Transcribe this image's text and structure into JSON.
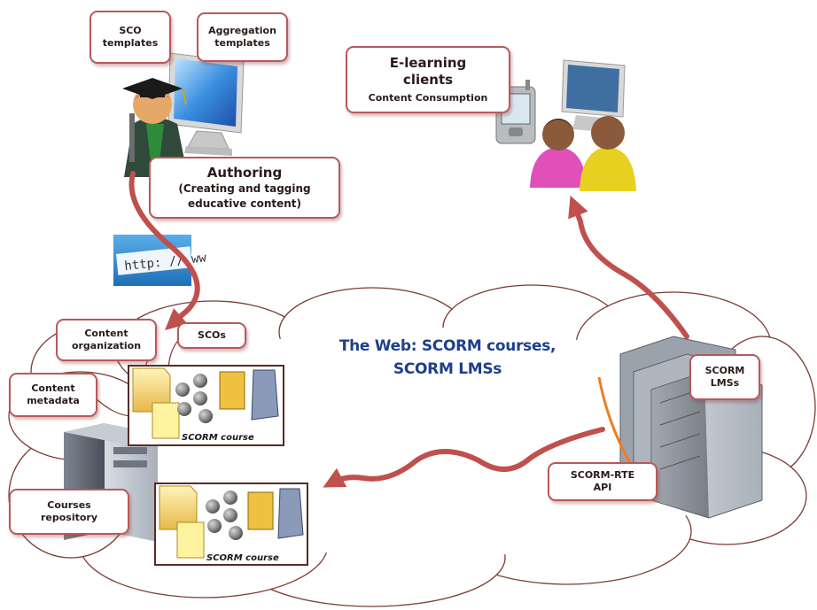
{
  "web": {
    "line1": "The Web: SCORM courses,",
    "line2": "SCORM LMSs"
  },
  "labels": {
    "sco_templates": [
      "SCO",
      "templates"
    ],
    "aggregation_templates": [
      "Aggregation",
      "templates"
    ],
    "elearning_clients": [
      "E-learning",
      "clients"
    ],
    "content_consumption": "Content Consumption",
    "authoring_title": "Authoring",
    "authoring_desc": [
      "(Creating and tagging",
      "educative content)"
    ],
    "content_organization": [
      "Content",
      "organization"
    ],
    "scos": "SCOs",
    "content_metadata": [
      "Content",
      "metadata"
    ],
    "courses_repository": [
      "Courses",
      "repository"
    ],
    "scorm_lmss": [
      "SCORM",
      "LMSs"
    ],
    "scorm_rte_api": [
      "SCORM-RTE",
      "API"
    ]
  },
  "course_label": "SCORM course",
  "url_strip": "http: // ww",
  "colors": {
    "arrow": "#c0504d",
    "label_border": "#b8585a",
    "web_title": "#1e3f8c",
    "cloud_stroke": "#7a3b32",
    "api_line": "#ef7d20"
  },
  "icons": [
    "graduate-author-icon",
    "desktop-monitor-icon",
    "browser-url-image",
    "document-folder-icon",
    "sco-balls-icon",
    "file-cabinet-icon",
    "zip-archive-icon",
    "server-tower-icon",
    "server-rack-icon",
    "pda-device-icon",
    "users-icon"
  ]
}
